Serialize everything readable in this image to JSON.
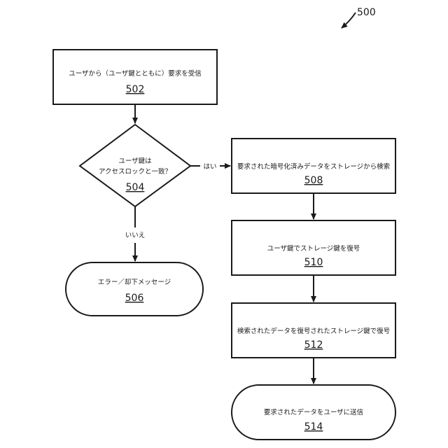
{
  "figure_ref": "500",
  "nodes": {
    "n502": {
      "text": "ユーザから（ユーザ鍵とともに）要求を受信",
      "num": "502"
    },
    "n504": {
      "text1": "ユーザ鍵は",
      "text2": "アクセスロックと一致？",
      "num": "504"
    },
    "n506": {
      "text": "エラー／却下メッセージ",
      "num": "506"
    },
    "n508": {
      "text": "要求された暗号化済みデータをストレージから検索",
      "num": "508"
    },
    "n510": {
      "text": "ユーザ鍵でストレージ鍵を復号",
      "num": "510"
    },
    "n512": {
      "text": "検索されたデータを復号されたストレージ鍵で復号",
      "num": "512"
    },
    "n514": {
      "text": "要求されたデータをユーザに送信",
      "num": "514"
    }
  },
  "edges": {
    "yes_label": "はい",
    "no_label": "いいえ"
  }
}
